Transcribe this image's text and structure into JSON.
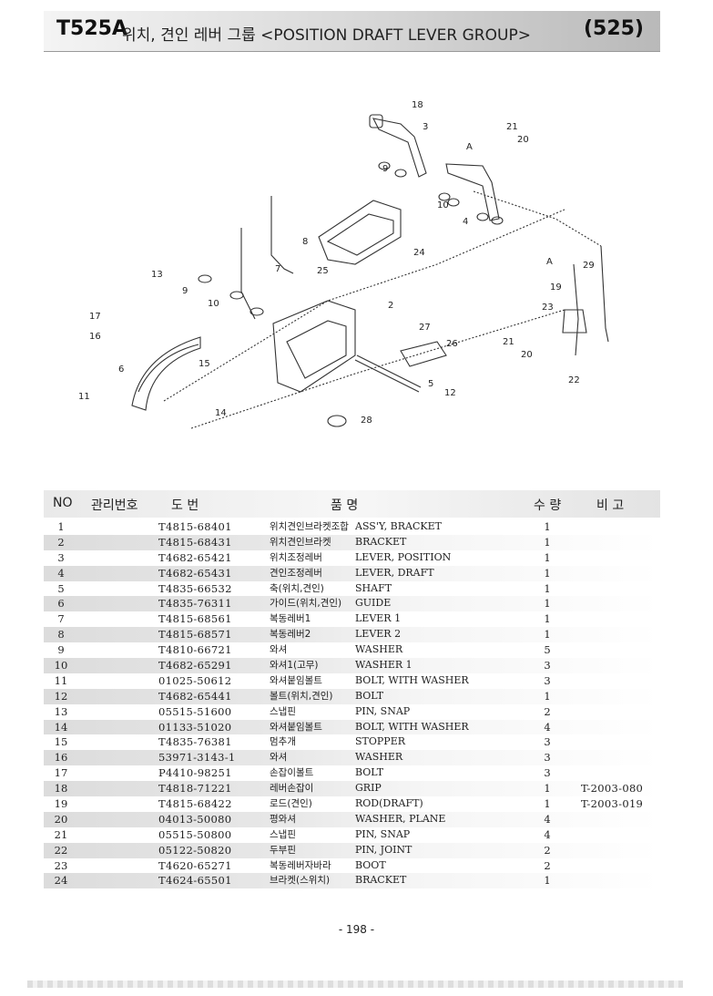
{
  "header": {
    "model": "T525A",
    "title": "위치, 견인 레버 그룹 <POSITION DRAFT LEVER GROUP>",
    "page_ref": "(525)"
  },
  "diagram": {
    "callouts": [
      "18",
      "3",
      "21",
      "20",
      "A",
      "9",
      "10",
      "4",
      "8",
      "24",
      "25",
      "13",
      "7",
      "9",
      "10",
      "A",
      "29",
      "19",
      "23",
      "2",
      "27",
      "26",
      "17",
      "16",
      "6",
      "15",
      "21",
      "20",
      "22",
      "5",
      "12",
      "11",
      "14",
      "28"
    ]
  },
  "table": {
    "headers": {
      "no": "NO",
      "mgmt": "관리번호",
      "drawing": "도    번",
      "name": "품          명",
      "qty": "수  량",
      "remark": "비  고"
    },
    "rows": [
      {
        "no": "1",
        "part": "T4815-68401",
        "kr": "위치견인브라켓조합",
        "en": "ASS'Y, BRACKET",
        "qty": "1",
        "remark": ""
      },
      {
        "no": "2",
        "part": "T4815-68431",
        "kr": "위치견인브라켓",
        "en": "BRACKET",
        "qty": "1",
        "remark": ""
      },
      {
        "no": "3",
        "part": "T4682-65421",
        "kr": "위치조정레버",
        "en": "LEVER, POSITION",
        "qty": "1",
        "remark": ""
      },
      {
        "no": "4",
        "part": "T4682-65431",
        "kr": "견인조정레버",
        "en": "LEVER, DRAFT",
        "qty": "1",
        "remark": ""
      },
      {
        "no": "5",
        "part": "T4835-66532",
        "kr": "축(위치,견인)",
        "en": "SHAFT",
        "qty": "1",
        "remark": ""
      },
      {
        "no": "6",
        "part": "T4835-76311",
        "kr": "가이드(위치,견인)",
        "en": "GUIDE",
        "qty": "1",
        "remark": ""
      },
      {
        "no": "7",
        "part": "T4815-68561",
        "kr": "복동레버1",
        "en": "LEVER 1",
        "qty": "1",
        "remark": ""
      },
      {
        "no": "8",
        "part": "T4815-68571",
        "kr": "복동레버2",
        "en": "LEVER 2",
        "qty": "1",
        "remark": ""
      },
      {
        "no": "9",
        "part": "T4810-66721",
        "kr": "와셔",
        "en": "WASHER",
        "qty": "5",
        "remark": ""
      },
      {
        "no": "10",
        "part": "T4682-65291",
        "kr": "와셔1(고무)",
        "en": "WASHER 1",
        "qty": "3",
        "remark": ""
      },
      {
        "no": "11",
        "part": "01025-50612",
        "kr": "와셔붙임볼트",
        "en": "BOLT, WITH WASHER",
        "qty": "3",
        "remark": ""
      },
      {
        "no": "12",
        "part": "T4682-65441",
        "kr": "볼트(위치,견인)",
        "en": "BOLT",
        "qty": "1",
        "remark": ""
      },
      {
        "no": "13",
        "part": "05515-51600",
        "kr": "스냅핀",
        "en": "PIN, SNAP",
        "qty": "2",
        "remark": ""
      },
      {
        "no": "14",
        "part": "01133-51020",
        "kr": "와셔붙임볼트",
        "en": "BOLT, WITH WASHER",
        "qty": "4",
        "remark": ""
      },
      {
        "no": "15",
        "part": "T4835-76381",
        "kr": "멈추개",
        "en": "STOPPER",
        "qty": "3",
        "remark": ""
      },
      {
        "no": "16",
        "part": "53971-3143-1",
        "kr": "와셔",
        "en": "WASHER",
        "qty": "3",
        "remark": ""
      },
      {
        "no": "17",
        "part": "P4410-98251",
        "kr": "손잡이볼트",
        "en": "BOLT",
        "qty": "3",
        "remark": ""
      },
      {
        "no": "18",
        "part": "T4818-71221",
        "kr": "레버손잡이",
        "en": "GRIP",
        "qty": "1",
        "remark": "T-2003-080"
      },
      {
        "no": "19",
        "part": "T4815-68422",
        "kr": "로드(견인)",
        "en": "ROD(DRAFT)",
        "qty": "1",
        "remark": "T-2003-019"
      },
      {
        "no": "20",
        "part": "04013-50080",
        "kr": "평와셔",
        "en": "WASHER, PLANE",
        "qty": "4",
        "remark": ""
      },
      {
        "no": "21",
        "part": "05515-50800",
        "kr": "스냅핀",
        "en": "PIN, SNAP",
        "qty": "4",
        "remark": ""
      },
      {
        "no": "22",
        "part": "05122-50820",
        "kr": "두부핀",
        "en": "PIN, JOINT",
        "qty": "2",
        "remark": ""
      },
      {
        "no": "23",
        "part": "T4620-65271",
        "kr": "복동레버자바라",
        "en": "BOOT",
        "qty": "2",
        "remark": ""
      },
      {
        "no": "24",
        "part": "T4624-65501",
        "kr": "브라켓(스위치)",
        "en": "BRACKET",
        "qty": "1",
        "remark": ""
      }
    ]
  },
  "footer": {
    "page_number": "- 198 -"
  }
}
